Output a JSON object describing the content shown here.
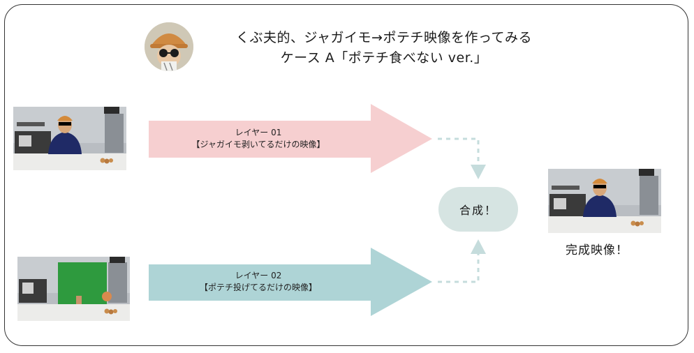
{
  "title": {
    "line1": "くぶ夫的、ジャガイモ→ポテチ映像を作ってみる",
    "line2": "ケース A「ポテチ食べない ver.」"
  },
  "layers": [
    {
      "label": "レイヤー 01",
      "description": "【ジャガイモ剥いてるだけの映像】",
      "color": "#f6cfd0"
    },
    {
      "label": "レイヤー 02",
      "description": "【ポテチ投げてるだけの映像】",
      "color": "#aed4d6"
    }
  ],
  "composite": {
    "label": "合成！",
    "color": "#d6e4e2"
  },
  "result": {
    "label": "完成映像！"
  },
  "colors": {
    "dotted_connector": "#c5dcdc",
    "connector_arrowhead": "#c5dcdc",
    "frame_border": "#333333"
  }
}
